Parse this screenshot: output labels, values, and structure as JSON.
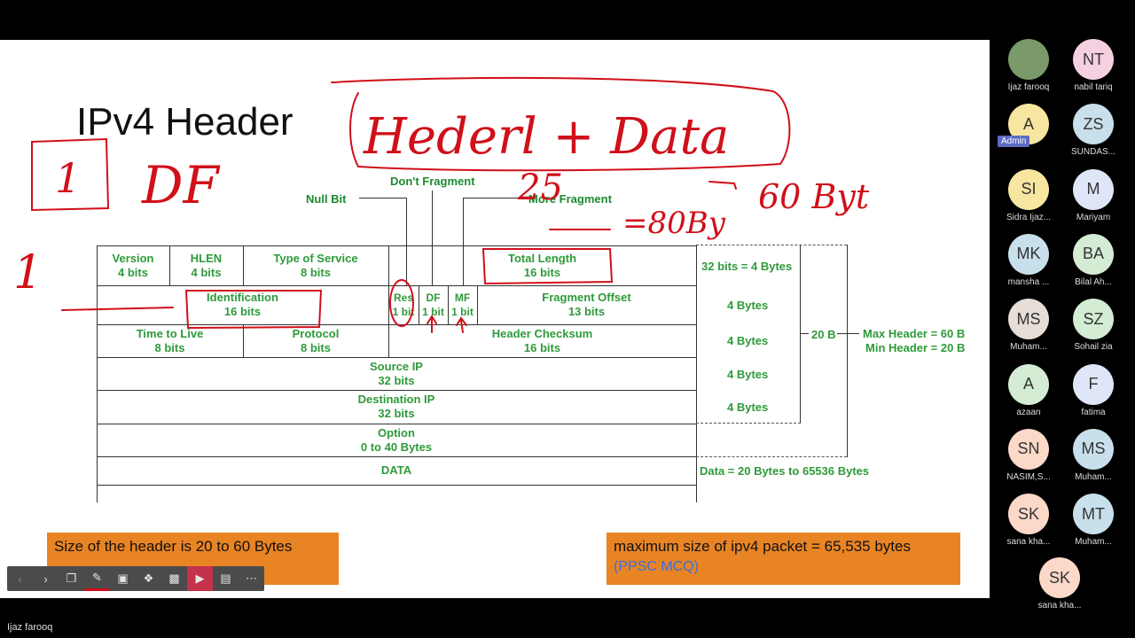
{
  "slide": {
    "title": "IPv4 Header",
    "pointers": {
      "dont_fragment": "Don't Fragment",
      "null_bit": "Null Bit",
      "more_fragment": "More Fragment"
    },
    "rows": [
      [
        {
          "name": "Version",
          "size": "4 bits"
        },
        {
          "name": "HLEN",
          "size": "4 bits"
        },
        {
          "name": "Type of Service",
          "size": "8 bits"
        },
        {
          "name": "Total Length",
          "size": "16 bits"
        }
      ],
      [
        {
          "name": "Identification",
          "size": "16 bits"
        },
        {
          "name": "Res",
          "size": "1 bit"
        },
        {
          "name": "DF",
          "size": "1 bit"
        },
        {
          "name": "MF",
          "size": "1 bit"
        },
        {
          "name": "Fragment Offset",
          "size": "13 bits"
        }
      ],
      [
        {
          "name": "Time to Live",
          "size": "8 bits"
        },
        {
          "name": "Protocol",
          "size": "8 bits"
        },
        {
          "name": "Header Checksum",
          "size": "16 bits"
        }
      ],
      [
        {
          "name": "Source IP",
          "size": "32 bits"
        }
      ],
      [
        {
          "name": "Destination IP",
          "size": "32 bits"
        }
      ],
      [
        {
          "name": "Option",
          "size": "0 to 40 Bytes"
        }
      ],
      [
        {
          "name": "DATA",
          "size": ""
        }
      ]
    ],
    "right_labels": {
      "row1": "32 bits = 4 Bytes",
      "row2": "4 Bytes",
      "row3": "4 Bytes",
      "row4": "4 Bytes",
      "row5": "4 Bytes",
      "bracket": "20 B",
      "max_header": "Max Header = 60 B",
      "min_header": "Min Header = 20 B",
      "data": "Data = 20 Bytes to 65536 Bytes"
    },
    "notes": {
      "left": "Size of the header is 20 to 60 Bytes",
      "right": "maximum size of ipv4 packet =  65,535 bytes",
      "right_sub": "(PPSC MCQ)"
    },
    "annotations": [
      "Hederl + Data",
      "60 Byt",
      "1",
      "DF",
      "1",
      "25",
      "=80By"
    ]
  },
  "participants": [
    {
      "initials": "",
      "name": "Ijaz farooq",
      "color": "#7a9a6a"
    },
    {
      "initials": "NT",
      "name": "nabil tariq",
      "color": "#f5d0e0"
    },
    {
      "initials": "A",
      "name": "",
      "color": "#f7e6a0",
      "badge": "Admin"
    },
    {
      "initials": "ZS",
      "name": "SUNDAS...",
      "color": "#c8e0ec"
    },
    {
      "initials": "SI",
      "name": "Sidra Ijaz...",
      "color": "#f7e6a0"
    },
    {
      "initials": "M",
      "name": "Mariyam",
      "color": "#dfe6f7"
    },
    {
      "initials": "MK",
      "name": "mansha ...",
      "color": "#c8e0ec"
    },
    {
      "initials": "BA",
      "name": "Bilal Ah...",
      "color": "#d4ecd4"
    },
    {
      "initials": "MS",
      "name": "Muham...",
      "color": "#e6ddd7"
    },
    {
      "initials": "SZ",
      "name": "Sohail zia",
      "color": "#d4ecd4"
    },
    {
      "initials": "A",
      "name": "azaan",
      "color": "#d4ecd4"
    },
    {
      "initials": "F",
      "name": "fatima",
      "color": "#dfe6f7"
    },
    {
      "initials": "SN",
      "name": "NASIM,S...",
      "color": "#fbd8c8"
    },
    {
      "initials": "MS",
      "name": "Muham...",
      "color": "#c8e0ec"
    },
    {
      "initials": "SK",
      "name": "sana kha...",
      "color": "#fbd8c8"
    },
    {
      "initials": "MT",
      "name": "Muham...",
      "color": "#c8e0ec"
    },
    {
      "initials": "SK",
      "name": "sana kha...",
      "color": "#fbd8c8"
    }
  ],
  "toolbar": {
    "buttons": [
      "prev-icon",
      "next-icon",
      "copy-icon",
      "pen-icon",
      "select-icon",
      "laser-icon",
      "screen-icon",
      "record-icon",
      "present-icon",
      "more-icon"
    ]
  },
  "presenter_name": "Ijaz farooq"
}
